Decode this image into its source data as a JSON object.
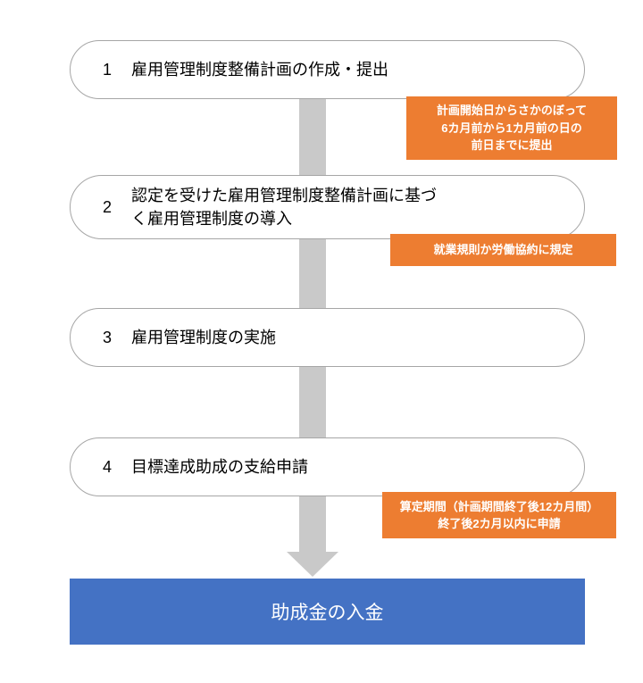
{
  "steps": [
    {
      "number": "1",
      "label": "雇用管理制度整備計画の作成・提出",
      "callout": "計画開始日からさかのぼって\n6カ月前から1カ月前の日の\n前日までに提出"
    },
    {
      "number": "2",
      "label": "認定を受けた雇用管理制度整備計画に基づ\nく雇用管理制度の導入",
      "callout": "就業規則か労働協約に規定"
    },
    {
      "number": "3",
      "label": "雇用管理制度の実施"
    },
    {
      "number": "4",
      "label": "目標達成助成の支給申請",
      "callout": "算定期間（計画期間終了後12カ月間）\n終了後2カ月以内に申請"
    }
  ],
  "final_box": {
    "label": "助成金の入金"
  },
  "colors": {
    "callout_orange": "#ED7D31",
    "final_blue": "#4472C4",
    "arrow_gray": "#C9C9C9",
    "pill_border": "#A6A6A6"
  }
}
